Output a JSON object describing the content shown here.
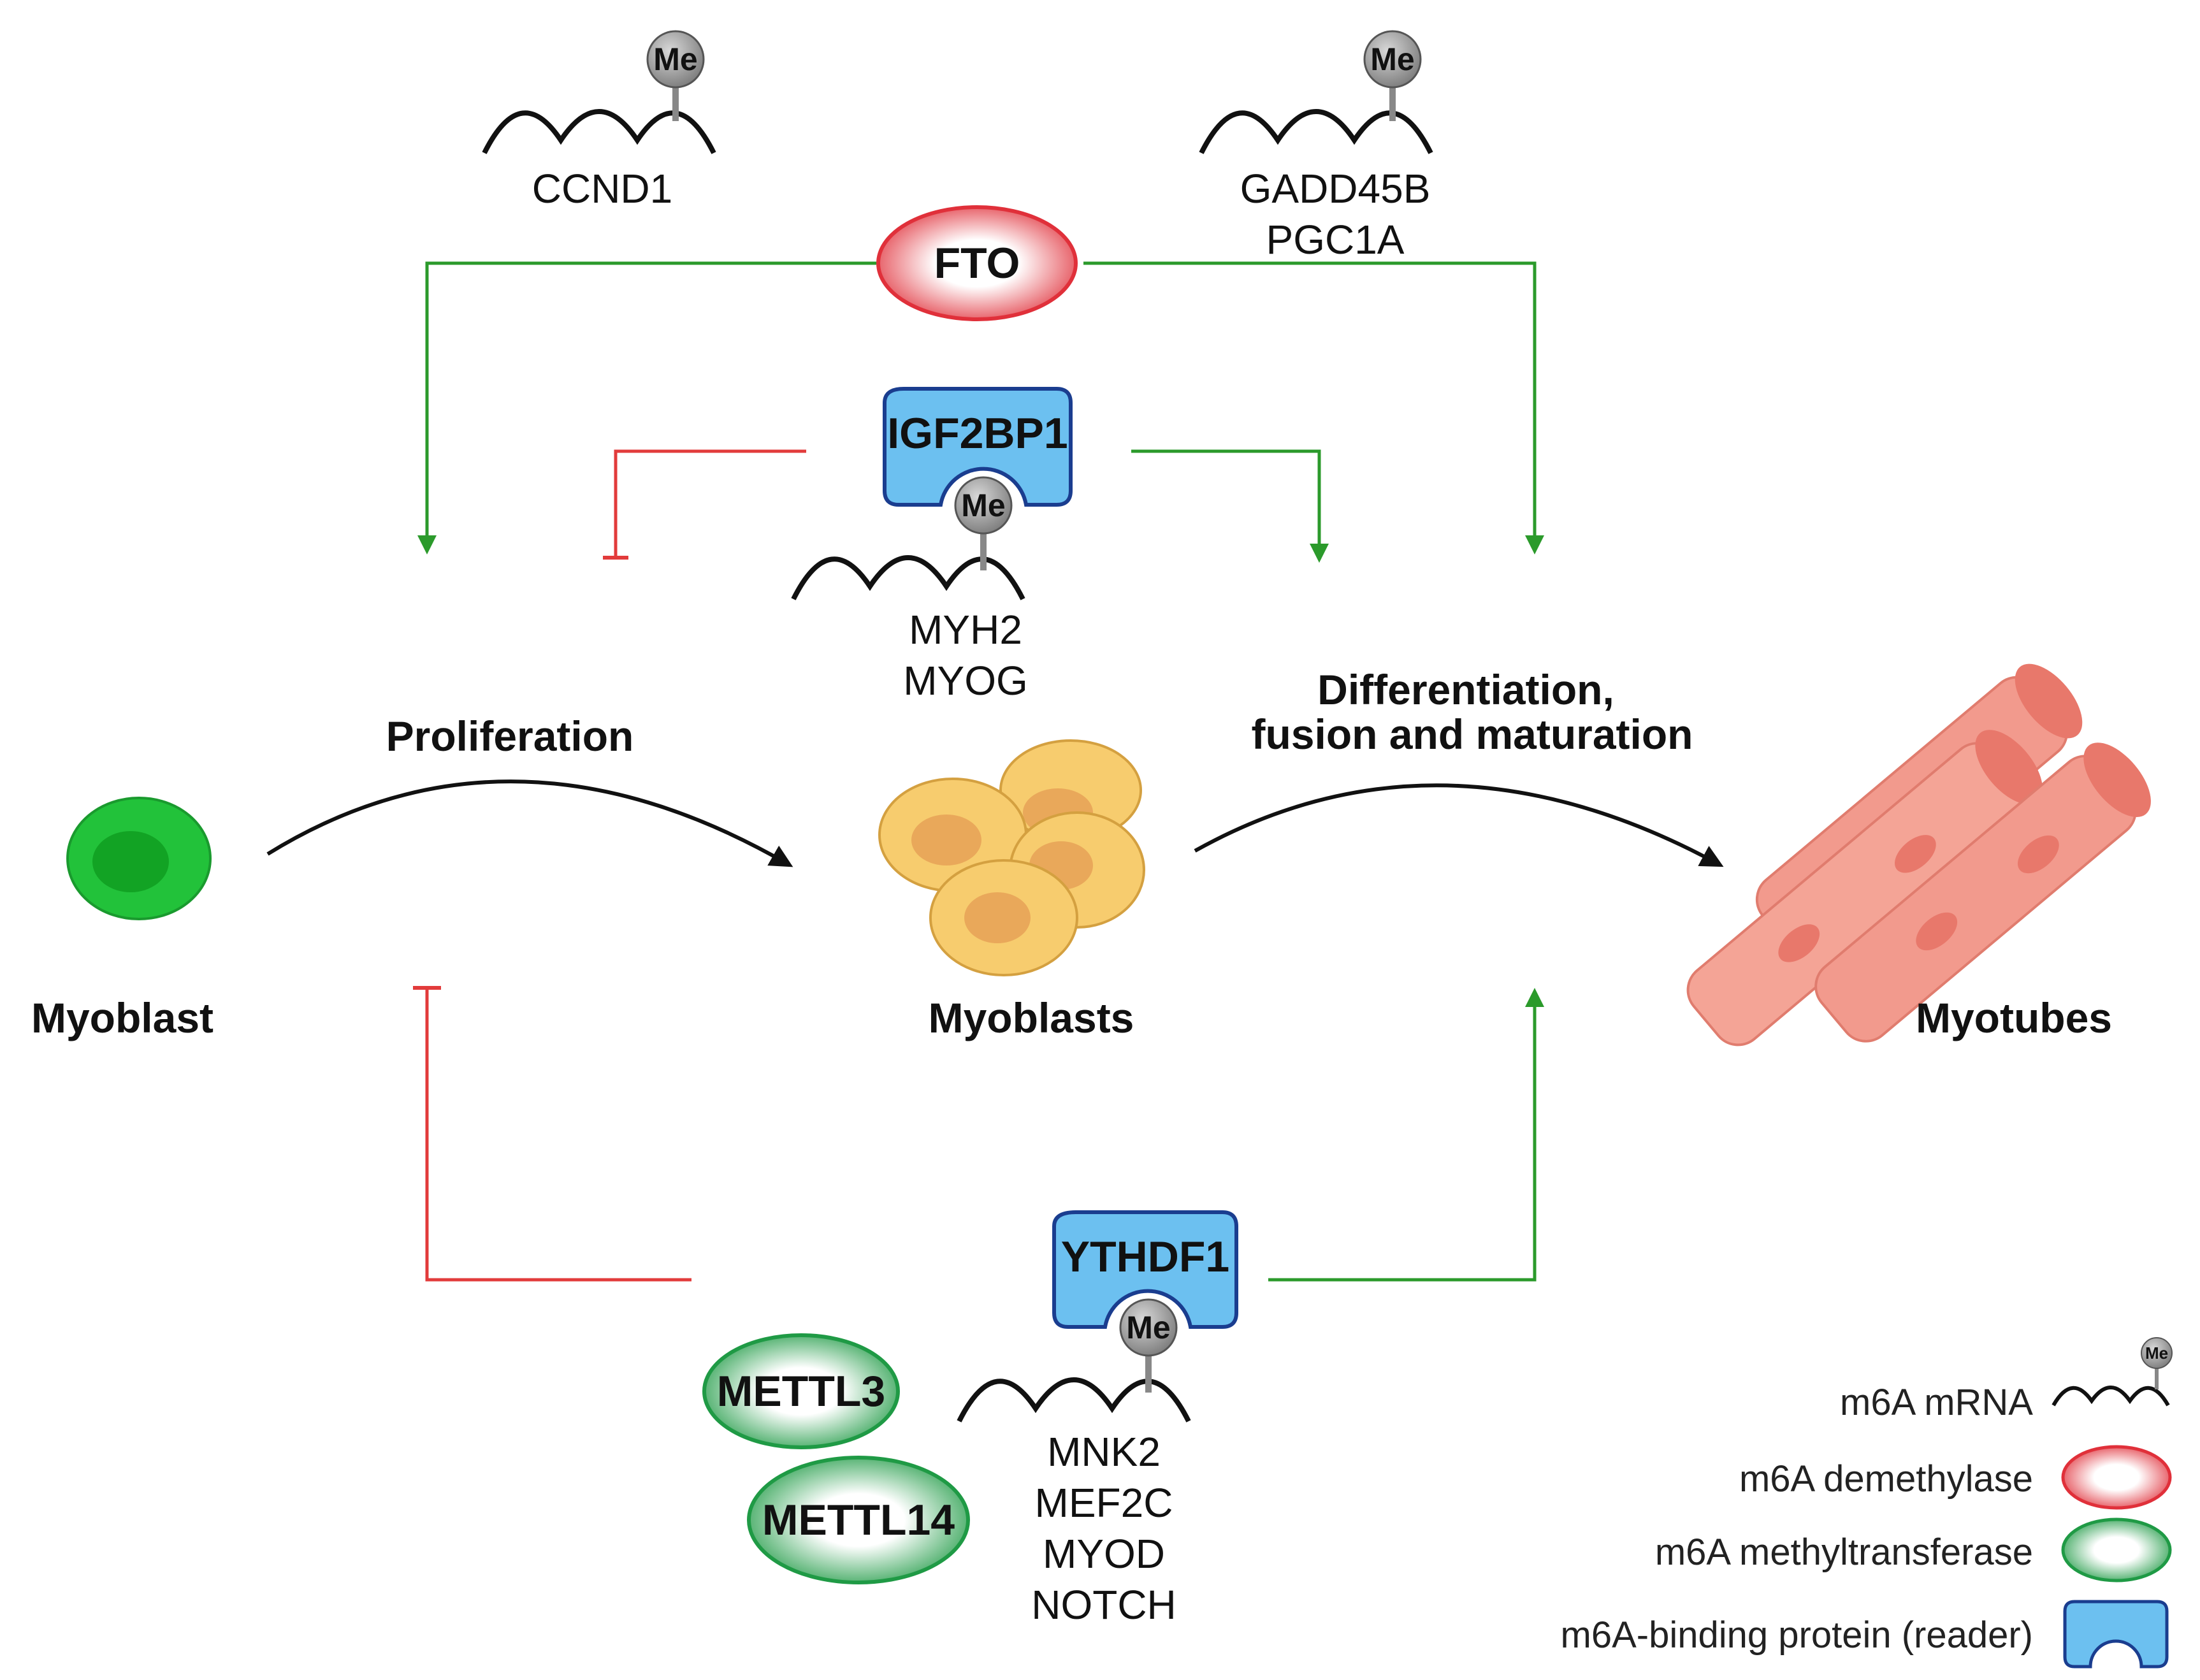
{
  "colors": {
    "activate": "#2b9a2b",
    "inhibit": "#e23b3b",
    "reader_fill": "#6cc0f0",
    "reader_stroke": "#1a3d8f",
    "myoblast_green": "#22c23a",
    "cell_yellow": "#f7cc6e",
    "myotube_red": "#f29a8d"
  },
  "methyl_label": "Me",
  "genes": {
    "fto_left": [
      "CCND1"
    ],
    "fto_right": [
      "GADD45B",
      "PGC1A"
    ],
    "igf2bp1": [
      "MYH2",
      "MYOG"
    ],
    "ythdf1": [
      "MNK2",
      "MEF2C",
      "MYOD",
      "NOTCH"
    ]
  },
  "proteins": {
    "fto": "FTO",
    "igf2bp1": "IGF2BP1",
    "ythdf1": "YTHDF1",
    "mettl3": "METTL3",
    "mettl14": "METTL14"
  },
  "stages": {
    "myoblast": "Myoblast",
    "myoblasts": "Myoblasts",
    "myotubes": "Myotubes"
  },
  "processes": {
    "proliferation": "Proliferation",
    "differentiation_line1": "Differentiation,",
    "differentiation_line2": "fusion and maturation"
  },
  "legend": {
    "mrna": "m6A mRNA",
    "demethylase": "m6A demethylase",
    "methyltransferase": "m6A methyltransferase",
    "reader": "m6A-binding protein (reader)"
  }
}
